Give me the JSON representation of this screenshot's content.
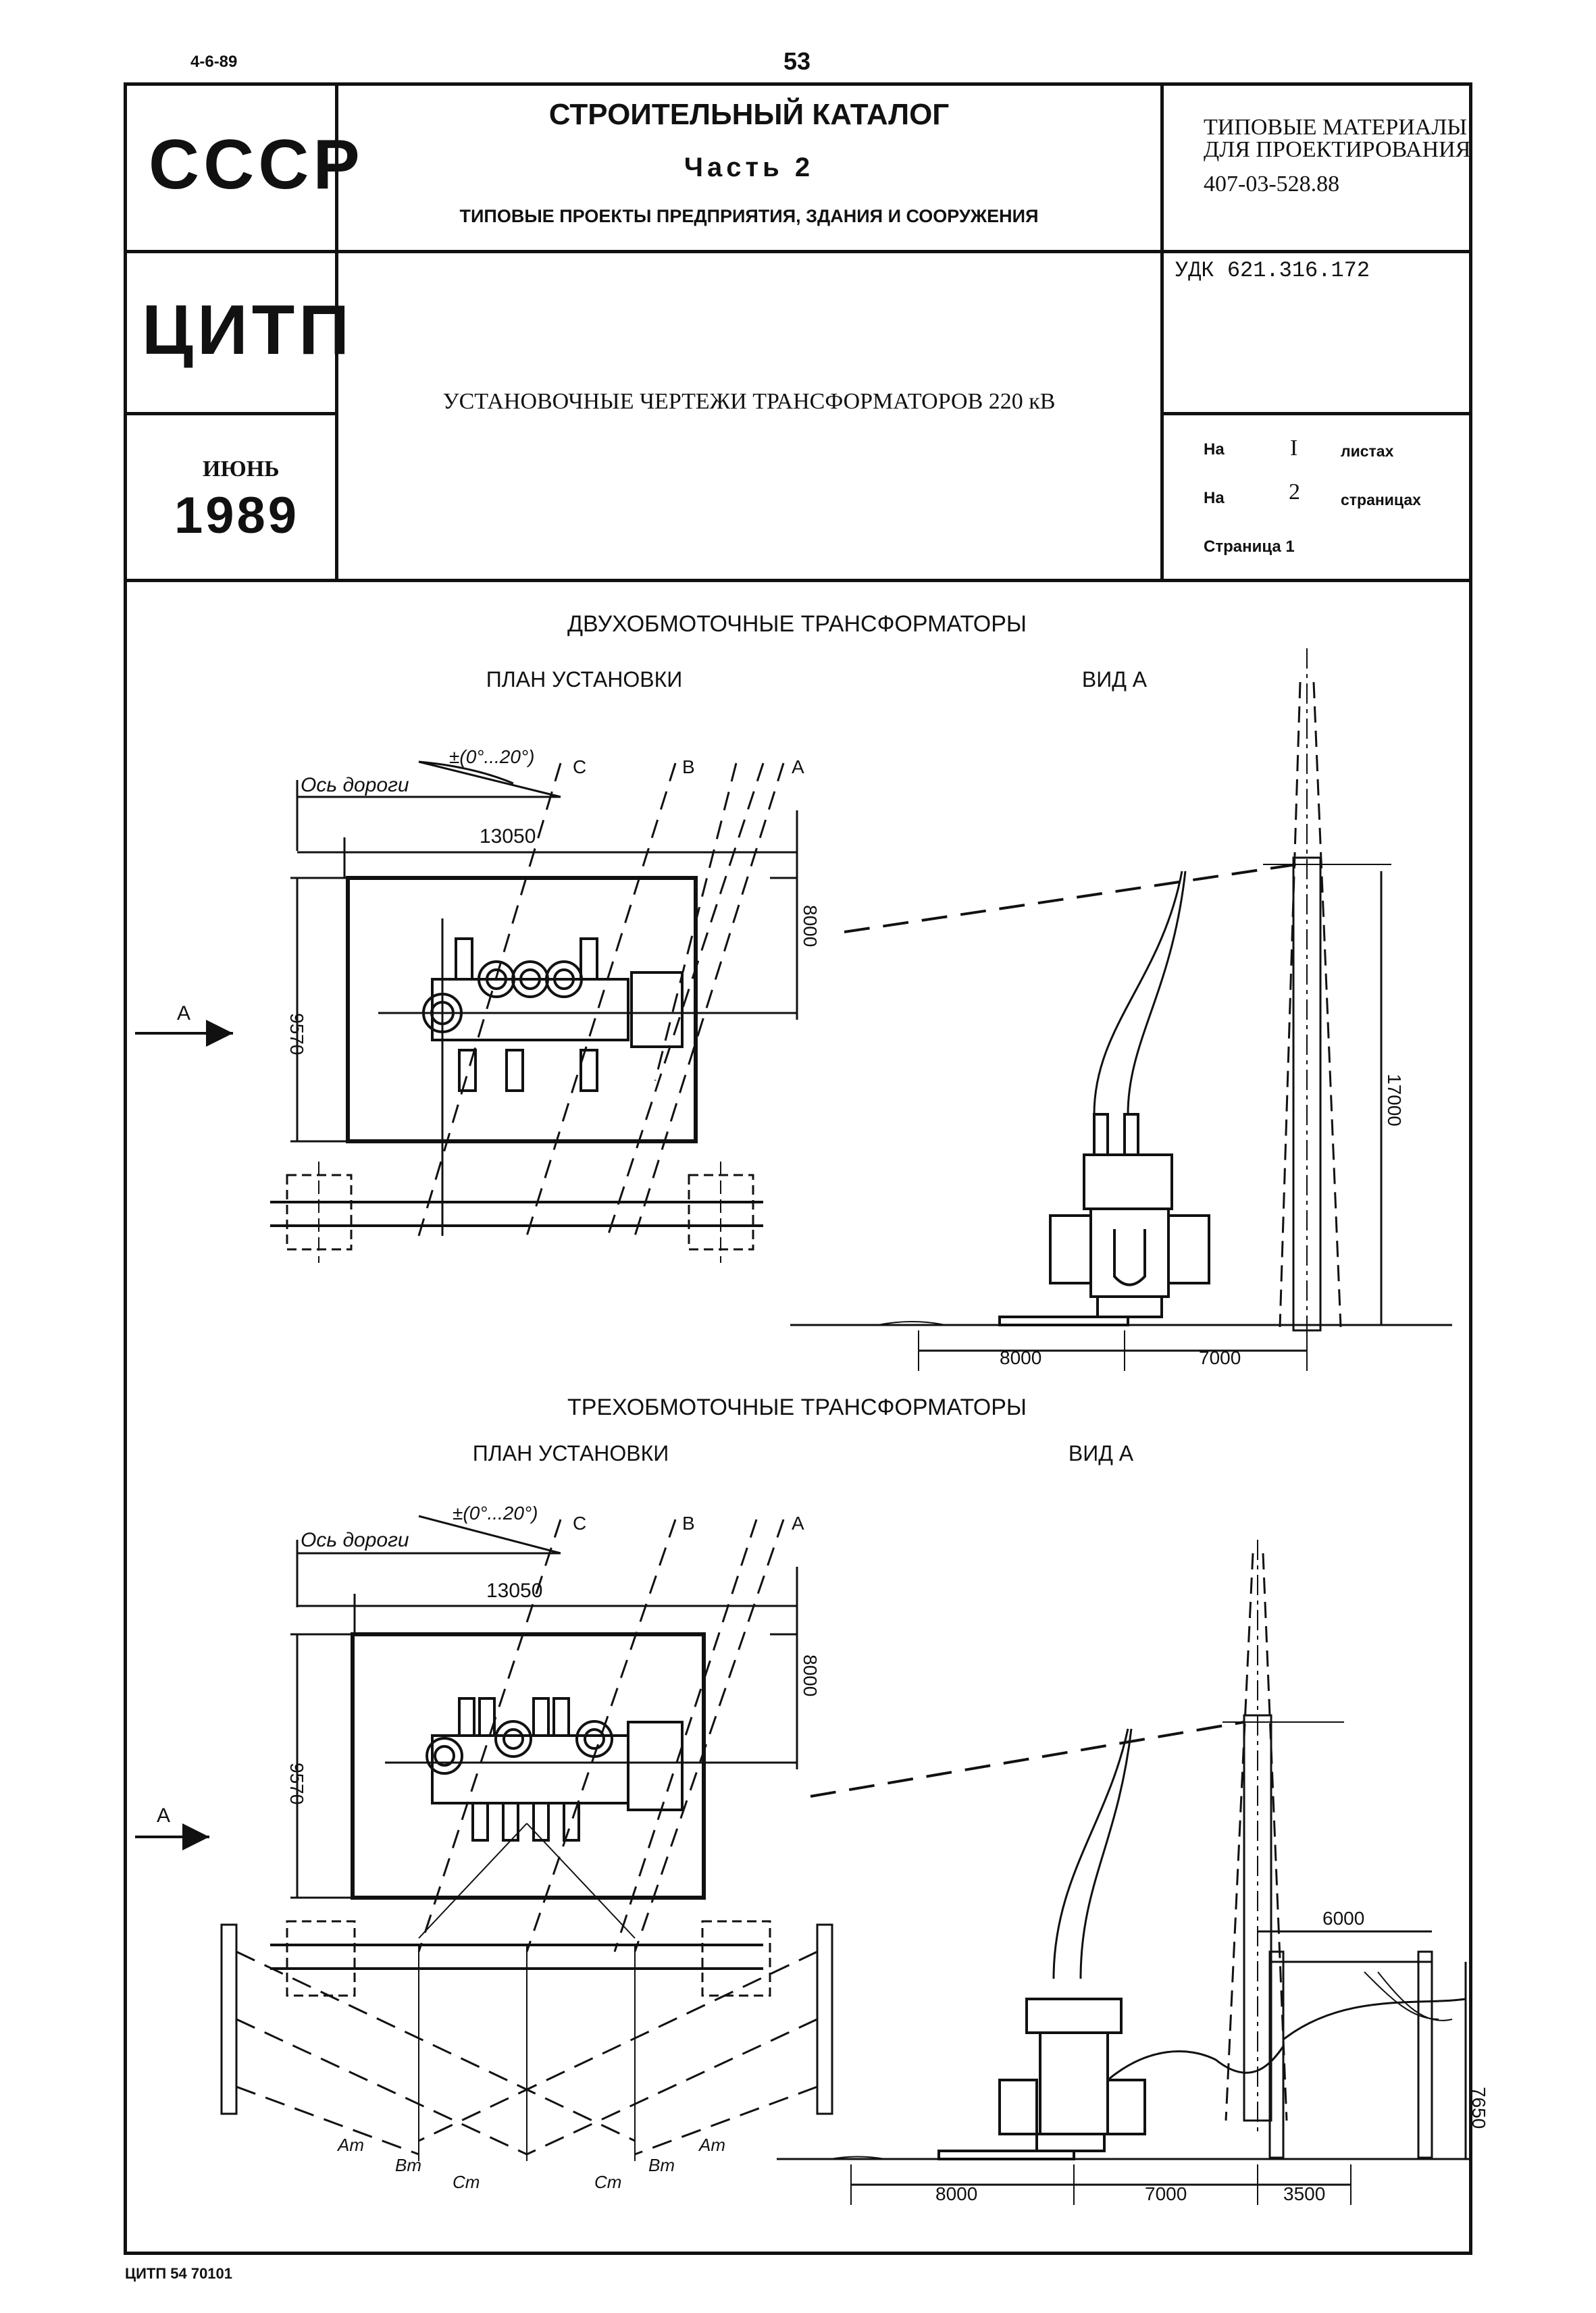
{
  "top": {
    "date": "4-6-89",
    "page_number": "53"
  },
  "header": {
    "country": "СССР",
    "org": "ЦИТП",
    "month": "ИЮНЬ",
    "year": "1989",
    "catalog_title": "СТРОИТЕЛЬНЫЙ КАТАЛОГ",
    "part": "Часть 2",
    "part_subtitle": "ТИПОВЫЕ ПРОЕКТЫ ПРЕДПРИЯТИЯ, ЗДАНИЯ И СООРУЖЕНИЯ",
    "materials_line1": "ТИПОВЫЕ МАТЕРИАЛЫ",
    "materials_line2": "ДЛЯ ПРОЕКТИРОВАНИЯ",
    "materials_code": "407-03-528.88",
    "udk": "УДК 621.316.172",
    "doc_title": "УСТАНОВОЧНЫЕ ЧЕРТЕЖИ ТРАНСФОРМАТОРОВ 220 кВ",
    "sheets_prefix": "На",
    "sheets_count": "I",
    "sheets_label": "листах",
    "pages_prefix": "На",
    "pages_count": "2",
    "pages_label": "страницах",
    "page_ref": "Страница 1"
  },
  "section1": {
    "title": "ДВУХОБМОТОЧНЫЕ ТРАНСФОРМАТОРЫ",
    "plan_title": "ПЛАН УСТАНОВКИ",
    "view_title": "ВИД А",
    "road_axis": "Ось дороги",
    "angle": "±(0°...20°)",
    "phase_c": "С",
    "phase_b": "В",
    "phase_a": "А",
    "dim_width": "13050",
    "dim_depth": "9570",
    "dim_8000_v": "8000",
    "arrow_label": "А",
    "dim_height": "17000",
    "dim_left": "8000",
    "dim_right": "7000"
  },
  "section2": {
    "title": "ТРЕХОБМОТОЧНЫЕ ТРАНСФОРМАТОРЫ",
    "plan_title": "ПЛАН УСТАНОВКИ",
    "view_title": "ВИД А",
    "road_axis": "Ось дороги",
    "angle": "±(0°...20°)",
    "phase_c": "С",
    "phase_b": "В",
    "phase_a": "А",
    "dim_width": "13050",
    "dim_depth": "9570",
    "dim_8000_v": "8000",
    "arrow_label": "А",
    "lines": [
      "Аm",
      "Вm",
      "Сm",
      "Сm",
      "Вm",
      "Аm"
    ],
    "dim_6000": "6000",
    "dim_7650": "7650",
    "dim_left": "8000",
    "dim_mid": "7000",
    "dim_right": "3500"
  },
  "footer": {
    "code": "ЦИТП 54 70101"
  }
}
